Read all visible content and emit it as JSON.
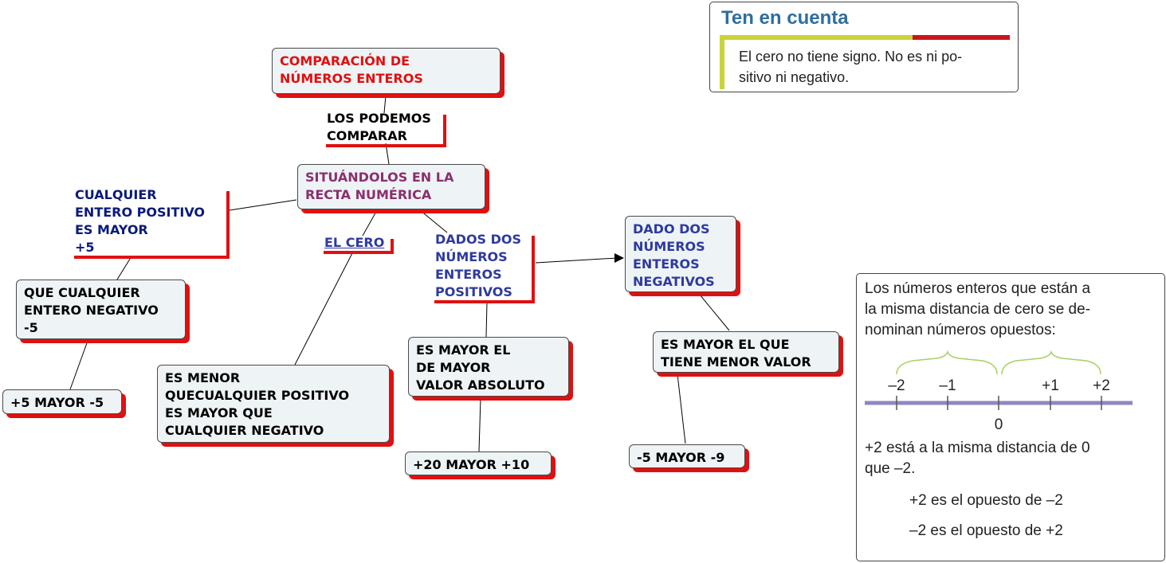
{
  "nodes": {
    "main": "COMPARACIÓN DE\nNÚMEROS ENTEROS",
    "compare": "LOS PODEMOS\nCOMPARAR",
    "number_line": "SITUÁNDOLOS EN LA\nRECTA NUMÉRICA",
    "positive_any": "CUALQUIER\nENTERO POSITIVO\nES MAYOR\n+5",
    "negative_any": "QUE CUALQUIER\nENTERO NEGATIVO\n-5",
    "example_pos_neg": "+5 MAYOR -5",
    "zero": "EL CERO",
    "zero_desc": "ES MENOR\n QUECUALQUIER POSITIVO\nES MAYOR QUE\nCUALQUIER NEGATIVO",
    "two_positive": "DADOS DOS\nNÚMEROS\nENTEROS\nPOSITIVOS",
    "greater_abs": "ES MAYOR EL\nDE MAYOR\nVALOR ABSOLUTO",
    "example_pos": "+20 MAYOR +10",
    "two_negative": "DADO DOS\nNÚMEROS\nENTEROS\nNEGATIVOS",
    "lesser_value": "ES MAYOR EL QUE\nTIENE MENOR VALOR",
    "example_neg": "-5 MAYOR -9"
  },
  "note_zero": {
    "title": "Ten en cuenta",
    "text": "El cero no tiene signo. No es ni po-\nsitivo ni negativo."
  },
  "note_opposites": {
    "intro": "Los números enteros que están a\nla misma distancia de cero se de-\nnominan números opuestos:",
    "ticks": [
      "–2",
      "–1",
      "0",
      "+1",
      "+2"
    ],
    "explain": "+2 está a la misma distancia de 0\nque –2.",
    "line1": "+2 es el opuesto de –2",
    "line2": "–2 es el opuesto de +2"
  },
  "colors": {
    "main": "#e01010",
    "number_line": "#8b2f6e",
    "positive": "#0a1a7a",
    "blue_label": "#2e3a9e",
    "shadow": "#e01010",
    "axis": "#8f88c0",
    "brace": "#a8d060"
  }
}
